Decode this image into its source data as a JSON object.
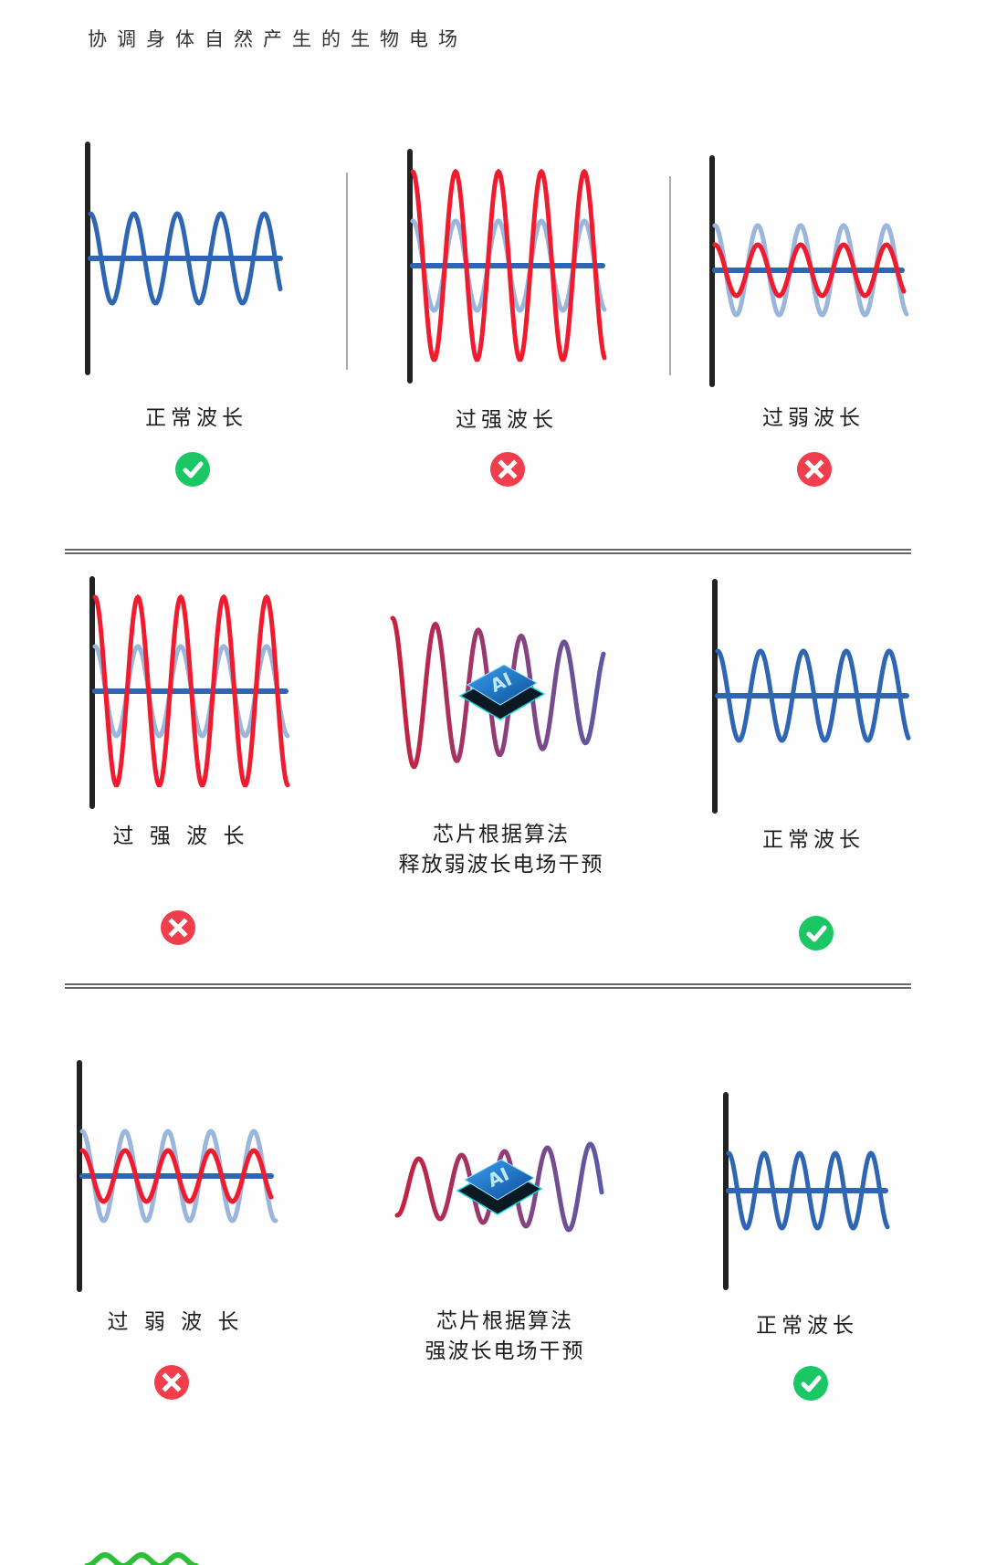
{
  "title": "协调身体自然产生的生物电场",
  "colors": {
    "normal_wave": "#2e66b3",
    "faint_wave": "#9ab6dc",
    "strong_wave": "#ee1c2e",
    "axis": "#222222",
    "ok": "#1bc765",
    "bad": "#f03e4c",
    "green_wave": "#2cbf37"
  },
  "rows": [
    {
      "panels": [
        {
          "label": "正常波长",
          "status": "ok",
          "status_icon": "check-circle-icon"
        },
        {
          "label": "过强波长",
          "status": "bad",
          "status_icon": "x-circle-icon"
        },
        {
          "label": "过弱波长",
          "status": "bad",
          "status_icon": "x-circle-icon"
        }
      ]
    },
    {
      "panels": [
        {
          "label": "过 强 波 长",
          "status": "bad",
          "status_icon": "x-circle-icon"
        },
        {
          "label_line1": "芯片根据算法",
          "label_line2": "释放弱波长电场干预",
          "chip_text": "AI"
        },
        {
          "label": "正常波长",
          "status": "ok",
          "status_icon": "check-circle-icon"
        }
      ]
    },
    {
      "panels": [
        {
          "label": "过 弱 波 长",
          "status": "bad",
          "status_icon": "x-circle-icon"
        },
        {
          "label_line1": "芯片根据算法",
          "label_line2": "强波长电场干预",
          "chip_text": "AI"
        },
        {
          "label": "正常波长",
          "status": "ok",
          "status_icon": "check-circle-icon"
        }
      ]
    }
  ]
}
